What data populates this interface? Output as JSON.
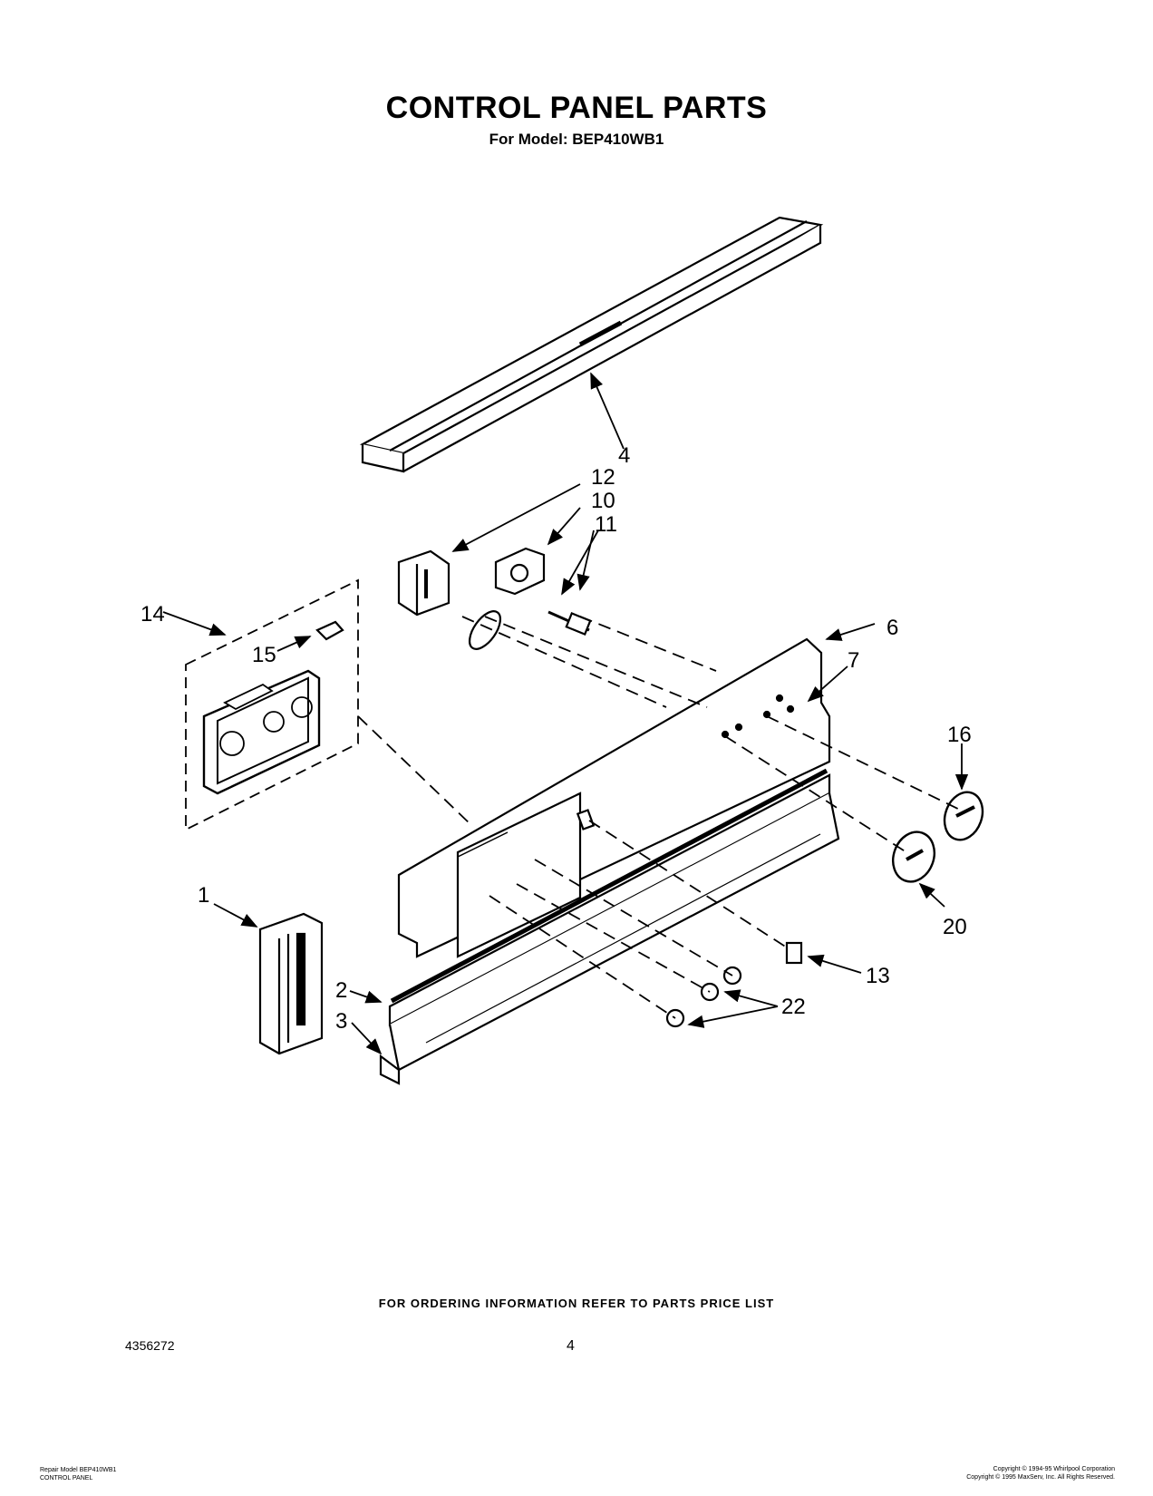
{
  "title": "CONTROL PANEL PARTS",
  "subtitle": "For Model: BEP410WB1",
  "callouts": {
    "c1": "1",
    "c2": "2",
    "c3": "3",
    "c4": "4",
    "c6": "6",
    "c7": "7",
    "c10": "10",
    "c11": "11",
    "c12": "12",
    "c13": "13",
    "c14": "14",
    "c15": "15",
    "c16": "16",
    "c20": "20",
    "c22": "22"
  },
  "footer_note": "FOR ORDERING INFORMATION REFER TO PARTS PRICE LIST",
  "doc_number": "4356272",
  "page_number": "4",
  "bottom_left": {
    "line1": "Repair Model BEP410WB1",
    "line2": "CONTROL PANEL"
  },
  "bottom_right": {
    "line1": "Copyright © 1994-95 Whirlpool Corporation",
    "line2": "Copyright © 1995 MaxServ, Inc. All Rights Reserved."
  }
}
